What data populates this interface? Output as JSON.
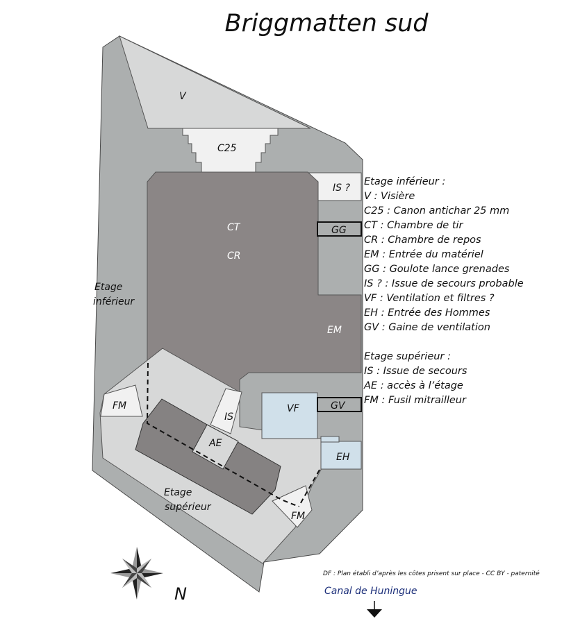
{
  "title": "Briggmatten sud",
  "labels": {
    "v": "V",
    "c25": "C25",
    "is_prob": "IS ?",
    "gg": "GG",
    "ct": "CT",
    "cr": "CR",
    "em": "EM",
    "vf": "VF",
    "gv": "GV",
    "eh": "EH",
    "is": "IS",
    "ae": "AE",
    "fm_left": "FM",
    "fm_right": "FM",
    "etage_inferieur_1": "Etage",
    "etage_inferieur_2": "inférieur",
    "etage_superieur_1": "Etage",
    "etage_superieur_2": "supérieur"
  },
  "legend": {
    "lower_heading": "Etage inférieur :",
    "lower_items": [
      "V : Visière",
      "C25 : Canon antichar 25 mm",
      "CT : Chambre de tir",
      "CR : Chambre de repos",
      "EM : Entrée du matériel",
      "GG : Goulote lance grenades",
      "IS ? : Issue de secours probable",
      "VF : Ventilation et filtres ?",
      "EH : Entrée des Hommes",
      "GV : Gaine de ventilation"
    ],
    "upper_heading": "Etage supérieur :",
    "upper_items": [
      "IS : Issue de secours",
      "AE : accès à l’étage",
      "FM : Fusil mitrailleur"
    ]
  },
  "north": "N",
  "credit": "DF : Plan établi d’après les côtes prisent sur place - CC BY - paternité",
  "canal": "Canal de Huningue",
  "colors": {
    "outer_concrete": "#acafaf",
    "light_concrete": "#d7d8d8",
    "pale_area": "#f1f1f1",
    "chamber": "#8b8686",
    "upper_block": "#858282",
    "ventilation": "#d0e0ea",
    "canal_text": "#1c2f7a"
  },
  "icons": [
    "compass-rose-icon",
    "arrow-down-icon"
  ]
}
